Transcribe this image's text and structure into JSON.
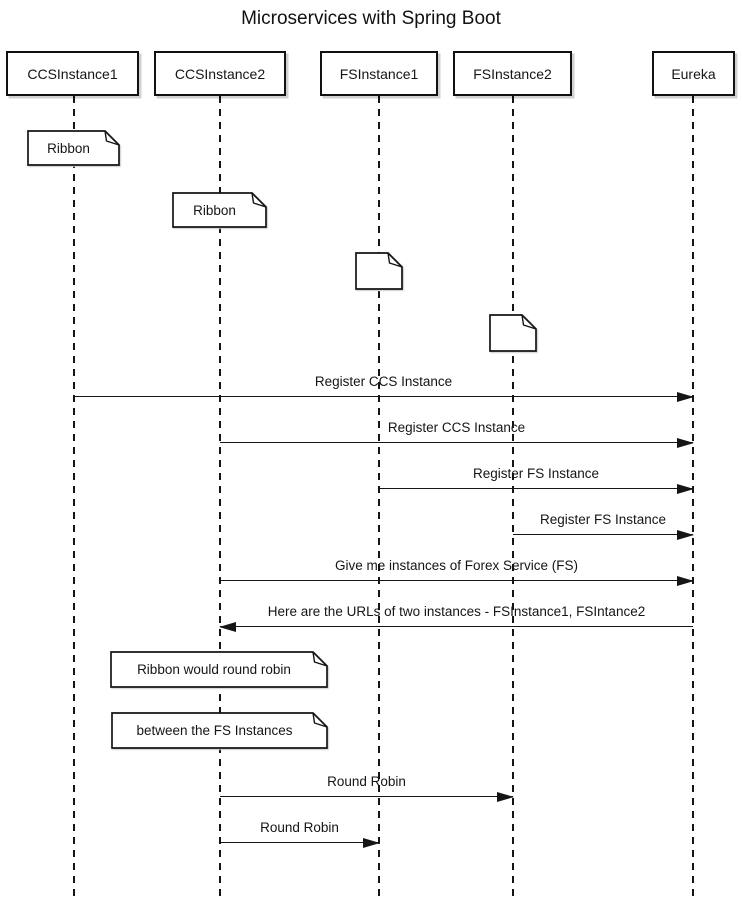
{
  "title": "Microservices with Spring Boot",
  "participants": [
    {
      "label": "CCSInstance1"
    },
    {
      "label": "CCSInstance2"
    },
    {
      "label": "FSInstance1"
    },
    {
      "label": "FSInstance2"
    },
    {
      "label": "Eureka"
    }
  ],
  "notes": [
    {
      "text": "Ribbon",
      "on": "CCSInstance1"
    },
    {
      "text": "Ribbon",
      "on": "CCSInstance2"
    },
    {
      "text": "",
      "on": "FSInstance1"
    },
    {
      "text": "",
      "on": "FSInstance2"
    },
    {
      "text": "Ribbon would round robin",
      "on": "CCSInstance2"
    },
    {
      "text": "between the FS Instances",
      "on": "CCSInstance2"
    }
  ],
  "messages": [
    {
      "label": "Register CCS Instance",
      "from": "CCSInstance1",
      "to": "Eureka"
    },
    {
      "label": "Register CCS Instance",
      "from": "CCSInstance2",
      "to": "Eureka"
    },
    {
      "label": "Register FS Instance",
      "from": "FSInstance1",
      "to": "Eureka"
    },
    {
      "label": "Register FS Instance",
      "from": "FSInstance2",
      "to": "Eureka"
    },
    {
      "label": "Give me instances of Forex Service (FS)",
      "from": "CCSInstance2",
      "to": "Eureka"
    },
    {
      "label": "Here are the URLs of two instances - FSInstance1, FSIntance2",
      "from": "Eureka",
      "to": "CCSInstance2"
    },
    {
      "label": "Round Robin",
      "from": "CCSInstance2",
      "to": "FSInstance2"
    },
    {
      "label": "Round Robin",
      "from": "CCSInstance2",
      "to": "FSInstance1"
    }
  ],
  "colors": {
    "line": "#151515",
    "background": "#ffffff",
    "note_fill": "#ffffff",
    "shadow": "#cccccc"
  }
}
